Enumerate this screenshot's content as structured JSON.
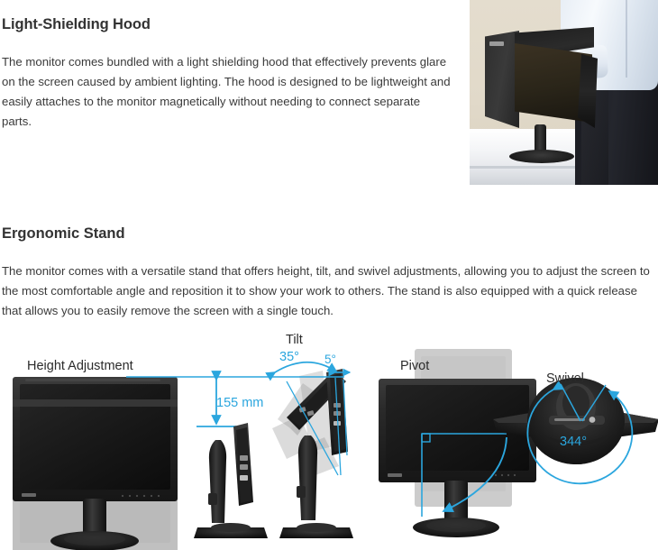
{
  "sections": [
    {
      "id": "light-shielding-hood",
      "title": "Light-Shielding Hood",
      "body": "The monitor comes bundled with a light shielding hood that effectively prevents glare on the screen caused by ambient lighting. The hood is designed to be lightweight and easily attaches to the monitor magnetically without needing to connect separate parts."
    },
    {
      "id": "ergonomic-stand",
      "title": "Ergonomic Stand",
      "body": "The monitor comes with a versatile stand that offers height, tilt, and swivel adjustments, allowing you to adjust the screen to the most comfortable angle and reposition it to show your work to others. The stand is also equipped with a quick release that allows you to easily remove the screen with a single touch."
    }
  ],
  "photo": {
    "alt": "Person attaching a light-shielding hood onto a monitor on a white desk"
  },
  "diagram": {
    "labels": {
      "height": "Height Adjustment",
      "tilt": "Tilt",
      "pivot": "Pivot",
      "swivel": "Swivel"
    },
    "values": {
      "height_travel": "155 mm",
      "tilt_back": "35°",
      "tilt_forward": "5°",
      "swivel_range": "344°"
    },
    "accent_color": "#2ba6de"
  }
}
